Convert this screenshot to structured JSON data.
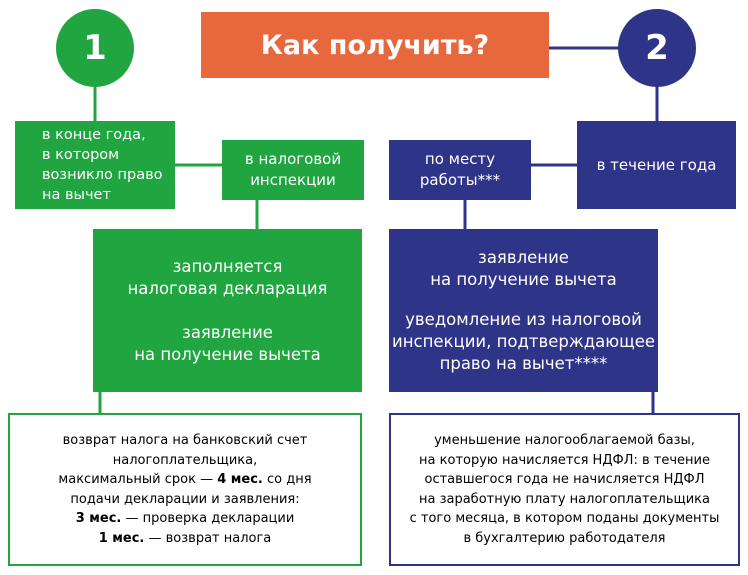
{
  "title": "Как получить?",
  "left": {
    "number": "1",
    "when_lines": [
      "в конце года,",
      "в котором",
      "возникло право",
      "на вычет"
    ],
    "where_lines": [
      "в налоговой",
      "инспекции"
    ],
    "docs_block_1": [
      "заполняется",
      "налоговая декларация"
    ],
    "docs_block_2": [
      "заявление",
      "на получение вычета"
    ],
    "result_lines": [
      {
        "text": "возврат налога на банковский счет"
      },
      {
        "text": "налогоплательщика,"
      },
      {
        "pre": "максимальный срок — ",
        "bold": "4 мес.",
        "post": " со дня"
      },
      {
        "text": "подачи декларации и заявления:"
      },
      {
        "bold": "3 мес.",
        "post": " — проверка декларации"
      },
      {
        "bold": "1 мес.",
        "post": " — возврат налога"
      }
    ]
  },
  "right": {
    "number": "2",
    "when": "в течение года",
    "where_lines": [
      "по месту",
      "работы***"
    ],
    "docs_block_1": [
      "заявление",
      "на получение вычета"
    ],
    "docs_block_2": [
      "уведомление из налоговой",
      "инспекции, подтверждающее",
      "право на вычет****"
    ],
    "result_lines": [
      "уменьшение налогооблагаемой базы,",
      "на которую начисляется НДФЛ: в течение",
      "оставшегося года не начисляется НДФЛ",
      "на заработную плату налогоплательщика",
      "с того месяца, в котором поданы документы",
      "в бухгалтерию работодателя"
    ]
  },
  "colors": {
    "green": "#20a541",
    "blue": "#2e3588",
    "orange": "#e8683e"
  }
}
